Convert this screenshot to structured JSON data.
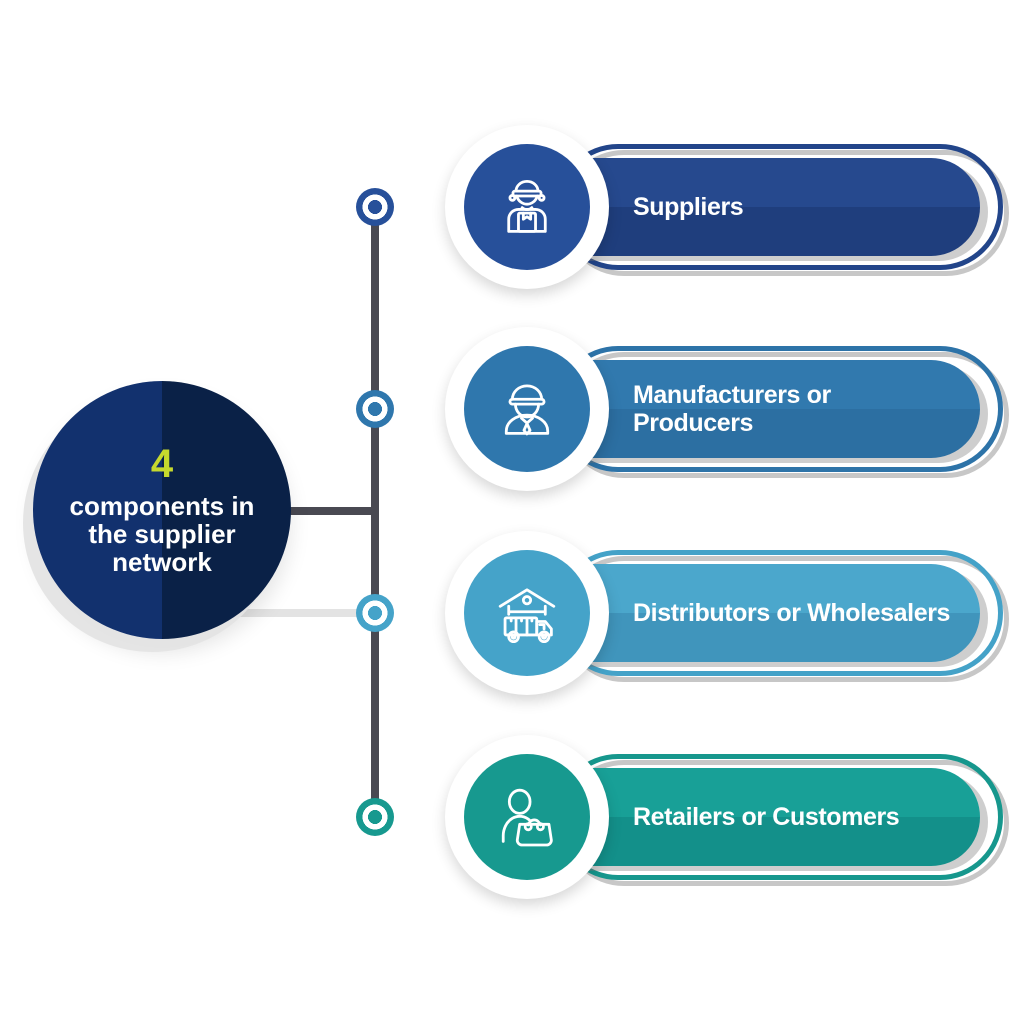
{
  "central_circle": {
    "number": "4",
    "lines": [
      "components in",
      "the supplier",
      "network"
    ],
    "number_color": "#c6d92d",
    "left_half_color": "#12316e",
    "right_half_color": "#0a2147"
  },
  "timeline": {
    "line_color": "#494952",
    "light_connector_color": "#e3e3e3",
    "node_count": 4
  },
  "rows": [
    {
      "label": [
        "Suppliers"
      ],
      "icon": "delivery-person-icon",
      "color_top": "#26498e",
      "color_bottom": "#1f3e7d",
      "circle_color": "#27509a"
    },
    {
      "label": [
        "Manufacturers or",
        "Producers"
      ],
      "icon": "construction-worker-icon",
      "color_top": "#3179ae",
      "color_bottom": "#2c6fa2",
      "circle_color": "#2f77ad"
    },
    {
      "label": [
        "Distributors or Wholesalers"
      ],
      "icon": "warehouse-truck-icon",
      "color_top": "#4ba7cc",
      "color_bottom": "#4095bc",
      "circle_color": "#45a3c9"
    },
    {
      "label": [
        "Retailers or Customers"
      ],
      "icon": "customer-shopping-bag-icon",
      "color_top": "#18a097",
      "color_bottom": "#13908a",
      "circle_color": "#17998f"
    }
  ],
  "text_color": "#ffffff"
}
